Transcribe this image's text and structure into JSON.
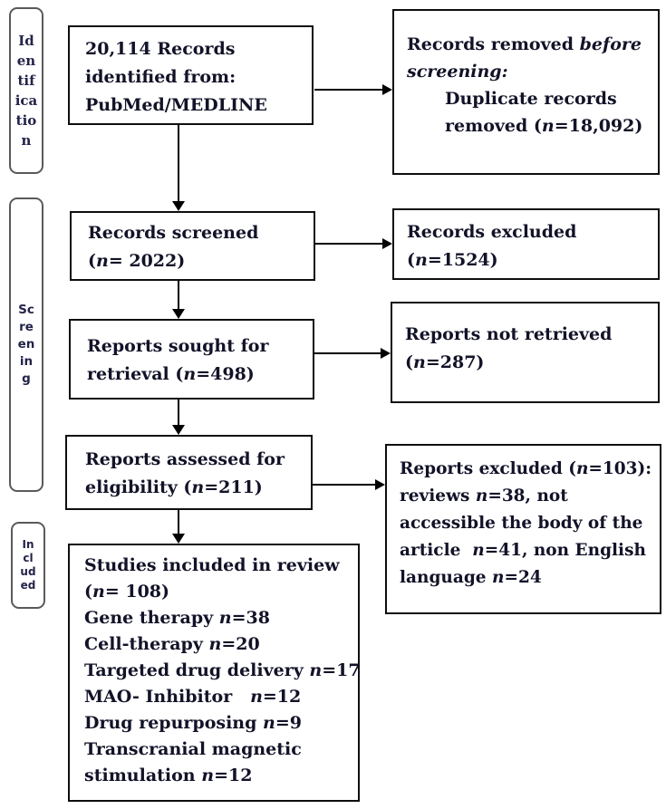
{
  "palette": {
    "box_border": "#0e0e0e",
    "label_border": "#5a5a5a",
    "text": "#121228",
    "arrow": "#000000",
    "background": "#ffffff"
  },
  "side_labels": {
    "identification": {
      "lines": [
        "Id",
        "en",
        "tif",
        "ica",
        "tio",
        "n"
      ]
    },
    "screening": {
      "lines": [
        "Sc",
        "re",
        "en",
        "in",
        "g"
      ]
    },
    "included": {
      "lines": [
        "In",
        "cl",
        "ud",
        "ed"
      ]
    }
  },
  "flow": {
    "b1": {
      "l1": "20,114 Records",
      "l2": "identified from:",
      "l3": "PubMed/MEDLINE"
    },
    "b2": {
      "l1": "Records screened",
      "l2a": "(",
      "l2n": "n",
      "l2b": "= 2022)"
    },
    "b3": {
      "l1": "Reports sought for",
      "l2a": "retrieval (",
      "l2n": "n",
      "l2b": "=498)"
    },
    "b4": {
      "l1": "Reports assessed for",
      "l2a": "eligibility (",
      "l2n": "n",
      "l2b": "=211)"
    },
    "b5": {
      "l1": "Studies included in review",
      "l2a": "(",
      "l2n": "n",
      "l2b": "= 108)",
      "l3a": "Gene therapy ",
      "l3n": "n",
      "l3b": "=38",
      "l4a": "Cell-therapy ",
      "l4n": "n",
      "l4b": "=20",
      "l5a": "Targeted drug delivery ",
      "l5n": "n",
      "l5b": "=17",
      "l6a": "MAO- Inhibitor   ",
      "l6n": "n",
      "l6b": "=12",
      "l7a": "Drug repurposing ",
      "l7n": "n",
      "l7b": "=9",
      "l8": "Transcranial magnetic",
      "l9a": "stimulation ",
      "l9n": "n",
      "l9b": "=12"
    },
    "r1": {
      "l1a": "Records removed ",
      "l1b": "before",
      "l2": "screening:",
      "l3": "Duplicate records",
      "l4a": "removed (",
      "l4n": "n",
      "l4b": "=18,092)"
    },
    "r2": {
      "l1": "Records excluded",
      "l2a": "(",
      "l2n": "n",
      "l2b": "=1524)"
    },
    "r3": {
      "l1": "Reports not retrieved",
      "l2a": "(",
      "l2n": "n",
      "l2b": "=287)"
    },
    "r4": {
      "l1a": "Reports excluded (",
      "l1n": "n",
      "l1b": "=103):",
      "l2a": "reviews ",
      "l2n": "n",
      "l2b": "=38, not",
      "l3": "accessible the body of the",
      "l4a": "article  ",
      "l4n": "n",
      "l4b": "=41, non English",
      "l5a": "language ",
      "l5n": "n",
      "l5b": "=24"
    }
  }
}
